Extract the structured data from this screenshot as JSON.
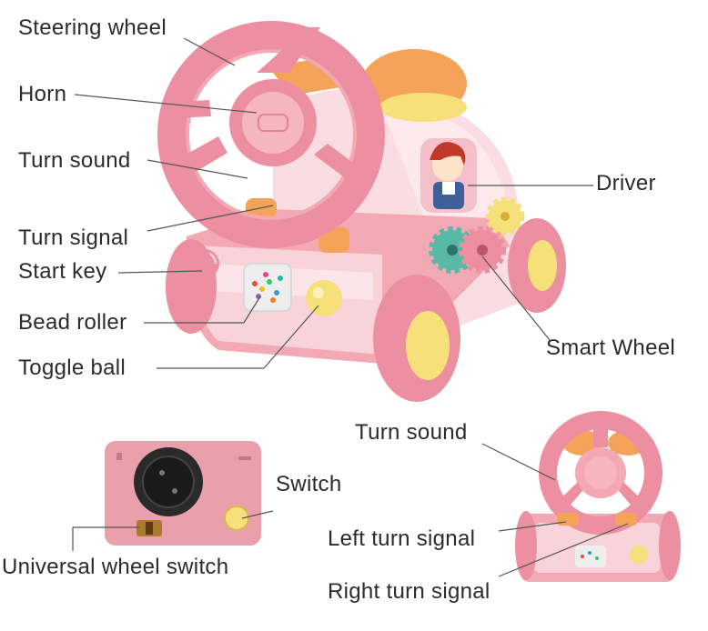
{
  "labels": {
    "steering_wheel": "Steering wheel",
    "horn": "Horn",
    "turn_sound": "Turn sound",
    "turn_signal": "Turn signal",
    "start_key": "Start key",
    "bead_roller": "Bead roller",
    "toggle_ball": "Toggle ball",
    "driver": "Driver",
    "smart_wheel": "Smart Wheel",
    "switch": "Switch",
    "universal_wheel_switch": "Universal wheel switch",
    "turn_sound_back": "Turn sound",
    "left_turn_signal": "Left turn signal",
    "right_turn_signal": "Right turn signal"
  },
  "colors": {
    "body_pink": "#f2a9b4",
    "wheel_pink": "#ec8fa0",
    "light_pink": "#f8d3da",
    "orange": "#f6a35a",
    "yellow": "#f6e07a",
    "teal": "#58b9a6",
    "leader_line": "#555555",
    "label_text": "#2b2b2b"
  }
}
